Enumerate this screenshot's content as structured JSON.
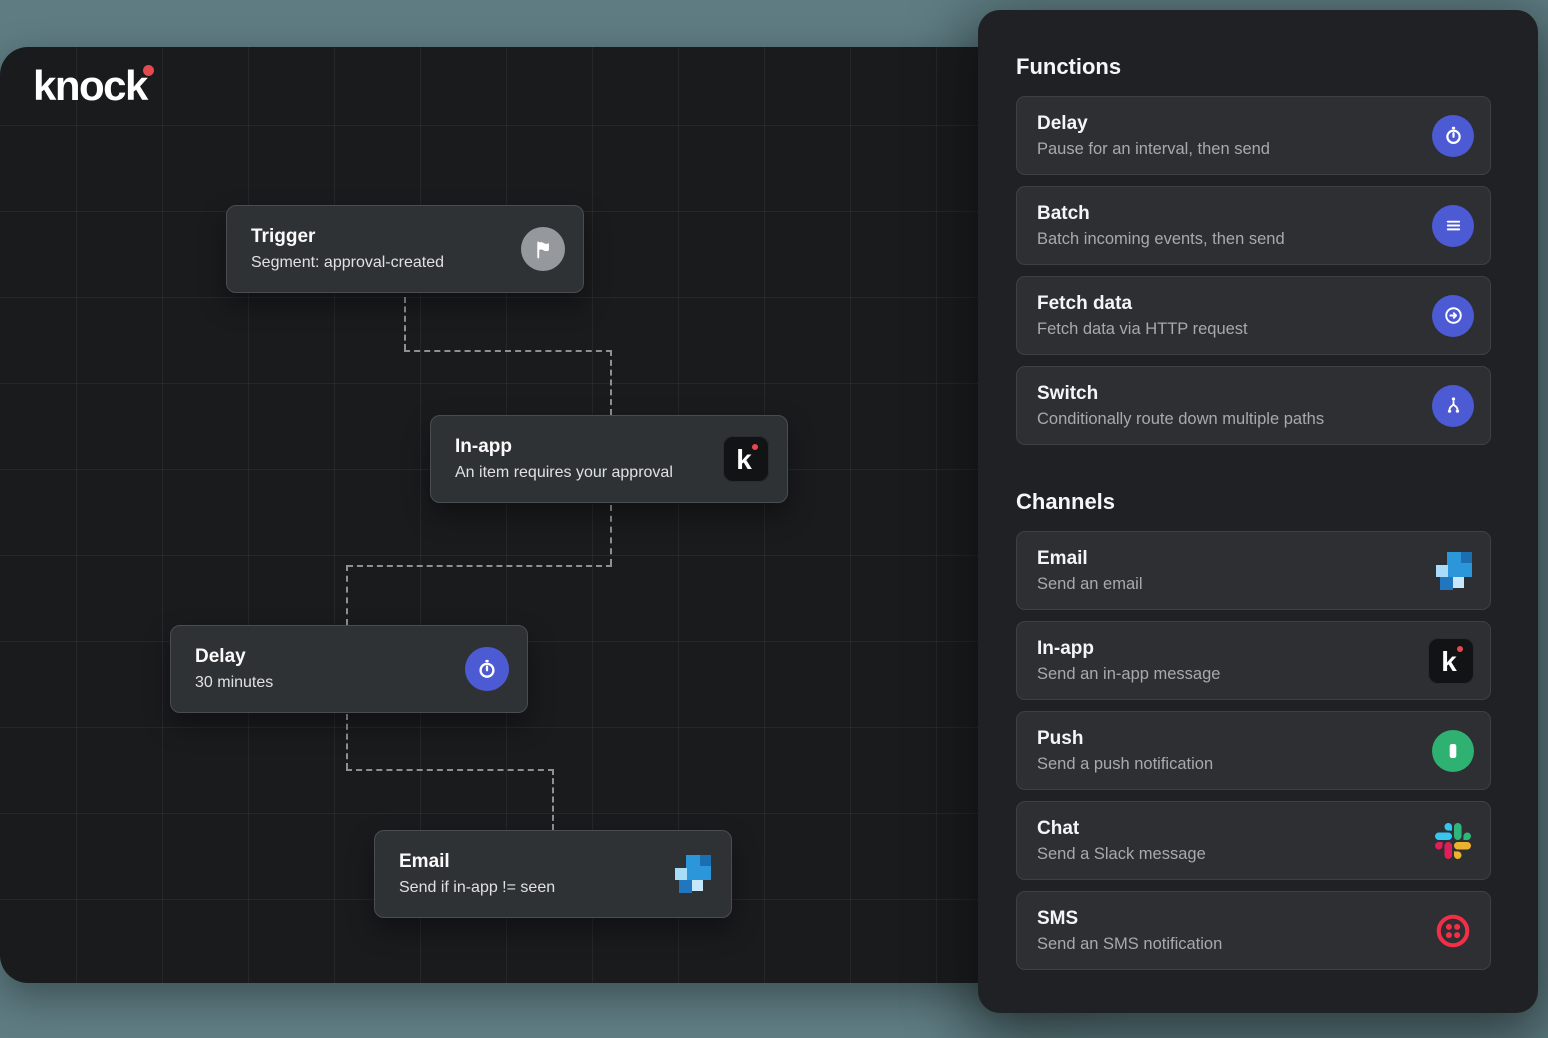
{
  "logo": {
    "text": "knock"
  },
  "canvas": {
    "nodes": [
      {
        "title": "Trigger",
        "subtitle": "Segment: approval-created",
        "icon": "flag-icon"
      },
      {
        "title": "In-app",
        "subtitle": "An item requires your approval",
        "icon": "knock-k-icon"
      },
      {
        "title": "Delay",
        "subtitle": "30 minutes",
        "icon": "stopwatch-icon"
      },
      {
        "title": "Email",
        "subtitle": "Send if in-app != seen",
        "icon": "email-squares-icon"
      }
    ]
  },
  "panel": {
    "sections": [
      {
        "heading": "Functions",
        "items": [
          {
            "title": "Delay",
            "subtitle": "Pause for an interval, then send",
            "icon": "stopwatch-icon"
          },
          {
            "title": "Batch",
            "subtitle": "Batch incoming events, then send",
            "icon": "batch-list-icon"
          },
          {
            "title": "Fetch data",
            "subtitle": "Fetch data via HTTP request",
            "icon": "http-arrow-icon"
          },
          {
            "title": "Switch",
            "subtitle": "Conditionally route down multiple paths",
            "icon": "branch-icon"
          }
        ]
      },
      {
        "heading": "Channels",
        "items": [
          {
            "title": "Email",
            "subtitle": "Send an email",
            "icon": "email-squares-icon"
          },
          {
            "title": "In-app",
            "subtitle": "Send an in-app message",
            "icon": "knock-k-icon"
          },
          {
            "title": "Push",
            "subtitle": "Send a push notification",
            "icon": "push-phone-icon"
          },
          {
            "title": "Chat",
            "subtitle": "Send a Slack message",
            "icon": "slack-icon"
          },
          {
            "title": "SMS",
            "subtitle": "Send an SMS notification",
            "icon": "twilio-icon"
          }
        ]
      }
    ]
  },
  "colors": {
    "page_background": "#5E7C82",
    "canvas_background": "#1A1B1D",
    "panel_background": "#202124",
    "card_background": "#2D2F33",
    "node_background": "#2F3235",
    "accent_blue": "#4C5BD4",
    "push_green": "#2FB172",
    "twilio_red": "#F22F46",
    "knock_red": "#E5484D",
    "slack_colors": [
      "#36C5F0",
      "#2EB67D",
      "#ECB22E",
      "#E01E5A"
    ],
    "email_blues": [
      "#2B96D9",
      "#1B6FB0",
      "#A9DCF6",
      "#2176BE",
      "#C6E8FA"
    ]
  }
}
